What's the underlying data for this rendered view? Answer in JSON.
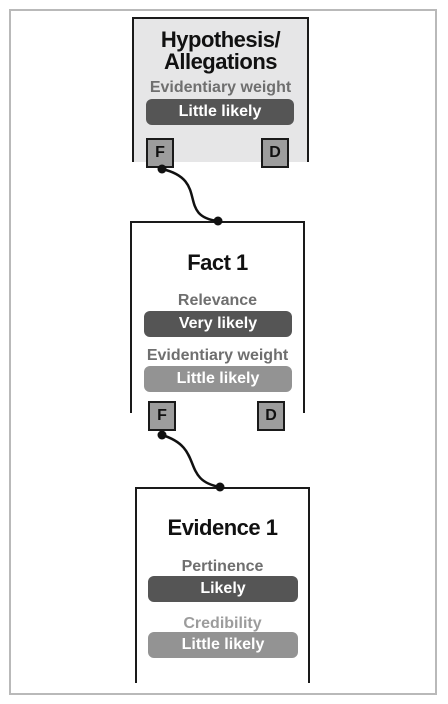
{
  "hypothesis": {
    "title_line1": "Hypothesis/",
    "title_line2": "Allegations",
    "weight_label": "Evidentiary weight",
    "weight_value": "Little likely",
    "port_left": "F",
    "port_right": "D"
  },
  "fact": {
    "title": "Fact 1",
    "relevance_label": "Relevance",
    "relevance_value": "Very likely",
    "weight_label": "Evidentiary weight",
    "weight_value": "Little likely",
    "port_left": "F",
    "port_right": "D"
  },
  "evidence": {
    "title": "Evidence 1",
    "pertinence_label": "Pertinence",
    "pertinence_value": "Likely",
    "credibility_label": "Credibility",
    "credibility_value": "Little likely"
  },
  "colors": {
    "hypothesis_bg": "#e6e6e7",
    "pill_dark": "#555555",
    "pill_mid": "#939393",
    "port_fill": "#9d9d9d",
    "border": "#1a1a1a"
  }
}
